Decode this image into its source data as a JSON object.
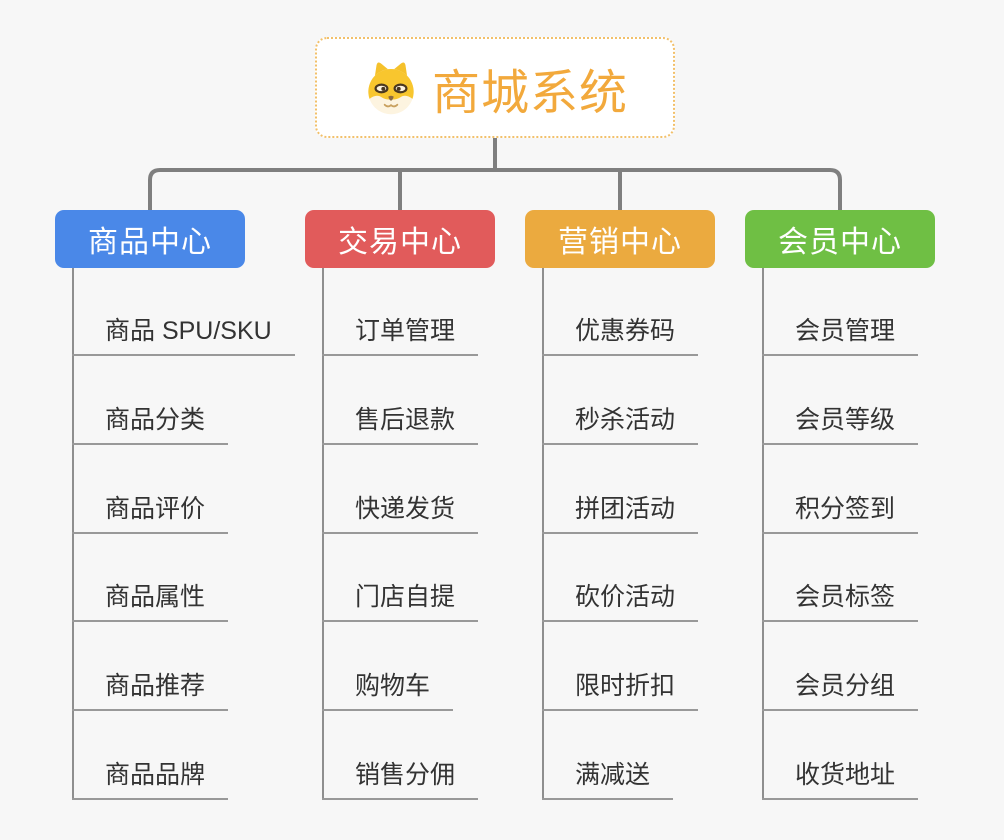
{
  "canvas": {
    "background": "#f7f7f7",
    "connector_color": "#7f7f7f",
    "underline_color": "#999999",
    "item_text_color": "#333333"
  },
  "root": {
    "title": "商城系统",
    "icon": "dog-face-icon",
    "title_color": "#f2a93c",
    "border_color": "#f2c06a",
    "background": "#ffffff"
  },
  "branches": [
    {
      "label": "商品中心",
      "color": "#4a88e8",
      "text_color": "#ffffff",
      "children": [
        "商品 SPU/SKU",
        "商品分类",
        "商品评价",
        "商品属性",
        "商品推荐",
        "商品品牌"
      ]
    },
    {
      "label": "交易中心",
      "color": "#e15b5b",
      "text_color": "#ffffff",
      "children": [
        "订单管理",
        "售后退款",
        "快递发货",
        "门店自提",
        "购物车",
        "销售分佣"
      ]
    },
    {
      "label": "营销中心",
      "color": "#ebaa3f",
      "text_color": "#ffffff",
      "children": [
        "优惠券码",
        "秒杀活动",
        "拼团活动",
        "砍价活动",
        "限时折扣",
        "满减送"
      ]
    },
    {
      "label": "会员中心",
      "color": "#6fbf44",
      "text_color": "#ffffff",
      "children": [
        "会员管理",
        "会员等级",
        "积分签到",
        "会员标签",
        "会员分组",
        "收货地址"
      ]
    }
  ]
}
